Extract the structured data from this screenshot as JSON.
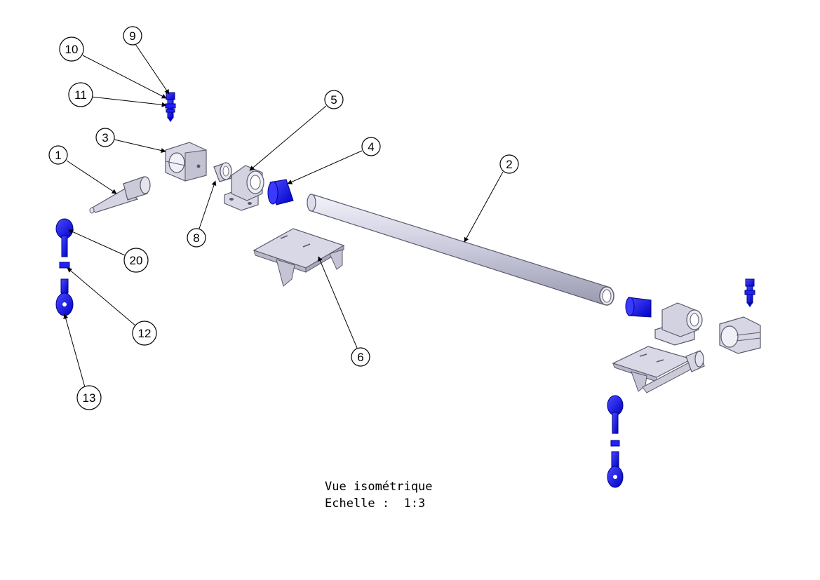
{
  "caption": {
    "view_label": "Vue isométrique",
    "scale_label": "Echelle :  1:3"
  },
  "balloons": [
    "9",
    "10",
    "11",
    "3",
    "1",
    "5",
    "4",
    "2",
    "8",
    "20",
    "12",
    "6",
    "13"
  ],
  "colors": {
    "part_blue": "#1a1aff",
    "part_grey": "#c8c8d8",
    "part_light": "#e2e2ee",
    "outline": "#4a4a5a",
    "leader": "#000000"
  }
}
